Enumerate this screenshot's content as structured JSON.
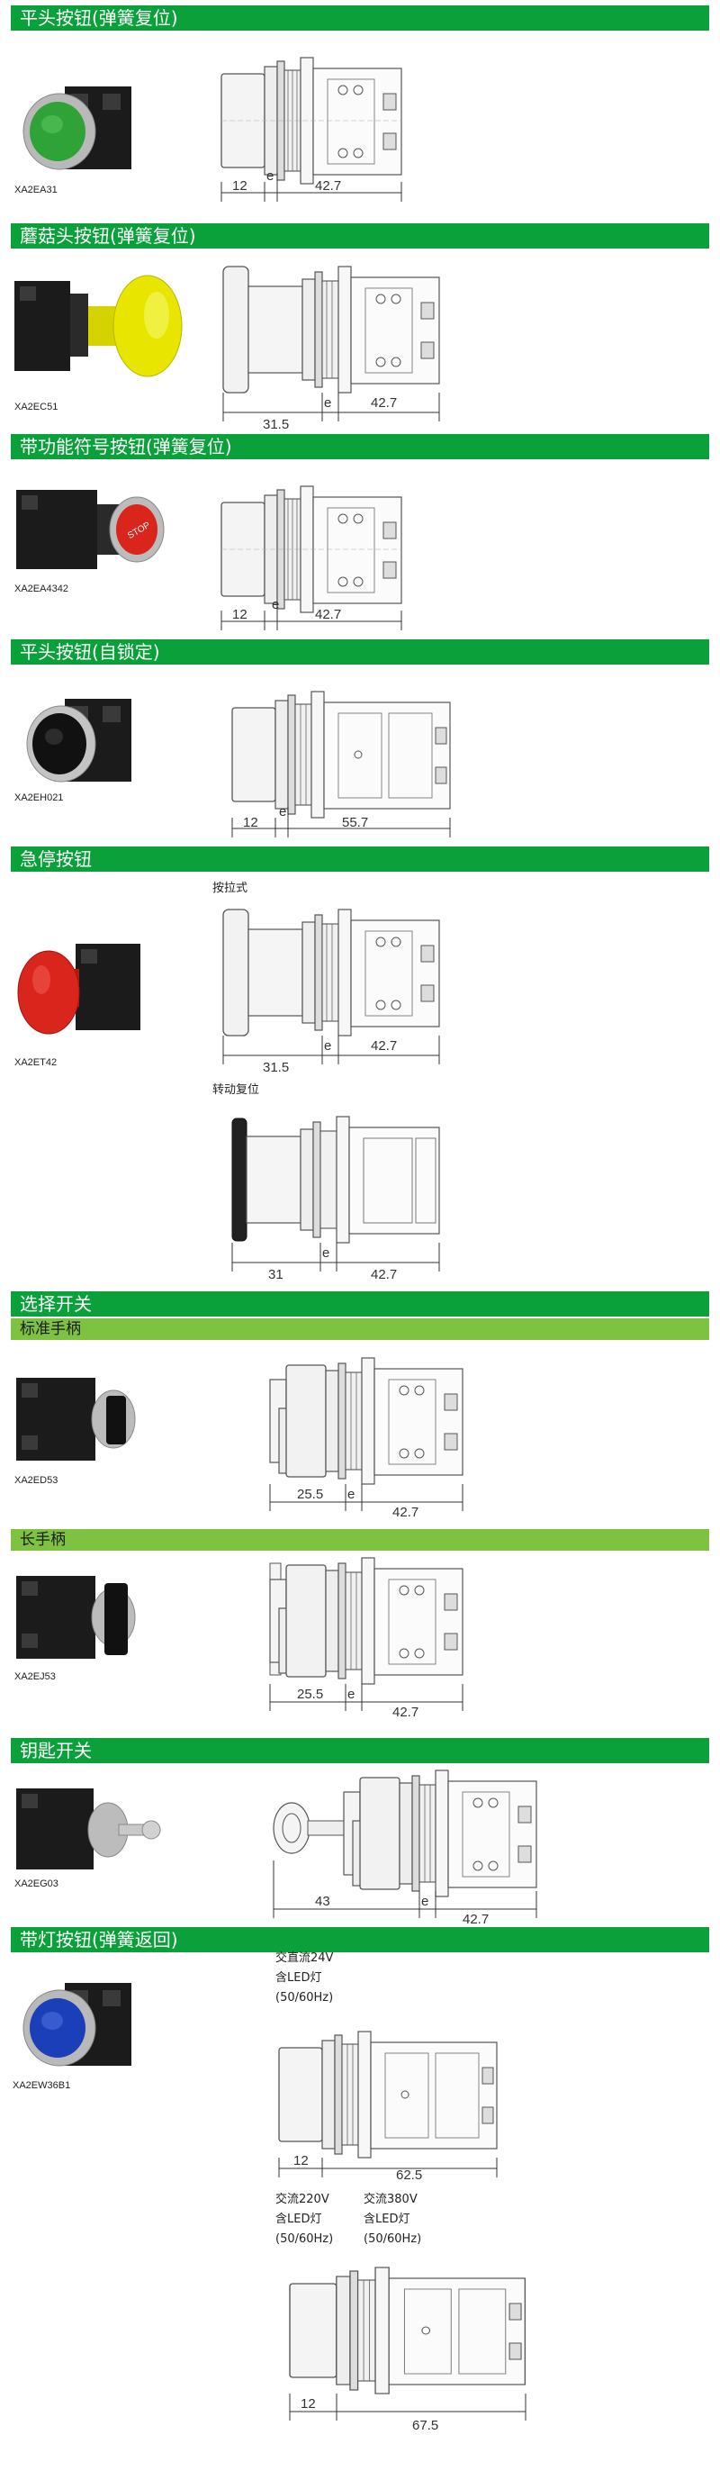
{
  "sections": {
    "flat_spring": {
      "title": "平头按钮(弹簧复位)",
      "model": "XA2EA31",
      "dims": [
        "12",
        "e",
        "42.7"
      ]
    },
    "mushroom_spring": {
      "title": "蘑菇头按钮(弹簧复位)",
      "model": "XA2EC51",
      "dims": [
        "31.5",
        "e",
        "42.7"
      ]
    },
    "symbol_spring": {
      "title": "带功能符号按钮(弹簧复位)",
      "model": "XA2EA4342",
      "stop_text": "STOP",
      "dims": [
        "12",
        "e",
        "42.7"
      ]
    },
    "flat_latch": {
      "title": "平头按钮(自锁定)",
      "model": "XA2EH021",
      "dims": [
        "12",
        "e",
        "55.7"
      ]
    },
    "emergency": {
      "title": "急停按钮",
      "model": "XA2ET42",
      "variant1": {
        "label": "按拉式",
        "dims": [
          "31.5",
          "e",
          "42.7"
        ]
      },
      "variant2": {
        "label": "转动复位",
        "dims": [
          "31",
          "e",
          "42.7"
        ]
      }
    },
    "selector": {
      "title": "选择开关",
      "standard": {
        "subtitle": "标准手柄",
        "model": "XA2ED53",
        "dims": [
          "25.5",
          "e",
          "42.7"
        ]
      },
      "long": {
        "subtitle": "长手柄",
        "model": "XA2EJ53",
        "dims": [
          "25.5",
          "e",
          "42.7"
        ]
      }
    },
    "key": {
      "title": "钥匙开关",
      "model": "XA2EG03",
      "dims": [
        "43",
        "e",
        "42.7"
      ]
    },
    "illuminated": {
      "title": "带灯按钮(弹簧返回)",
      "model": "XA2EW36B1",
      "v1": {
        "line1": "交直流24V",
        "line2": "含LED灯",
        "line3": "(50/60Hz)",
        "dims": [
          "12",
          "62.5"
        ]
      },
      "v2a": {
        "line1": "交流220V",
        "line2": "含LED灯",
        "line3": "(50/60Hz)"
      },
      "v2b": {
        "line1": "交流380V",
        "line2": "含LED灯",
        "line3": "(50/60Hz)"
      },
      "v2_dims": [
        "12",
        "67.5"
      ]
    }
  },
  "colors": {
    "section_bar": "#0aa03a",
    "sub_bar": "#7ec242",
    "green_button": "#2fa338",
    "yellow_button": "#e8e600",
    "red_button": "#d9251c",
    "blue_button": "#1b3fb8"
  }
}
